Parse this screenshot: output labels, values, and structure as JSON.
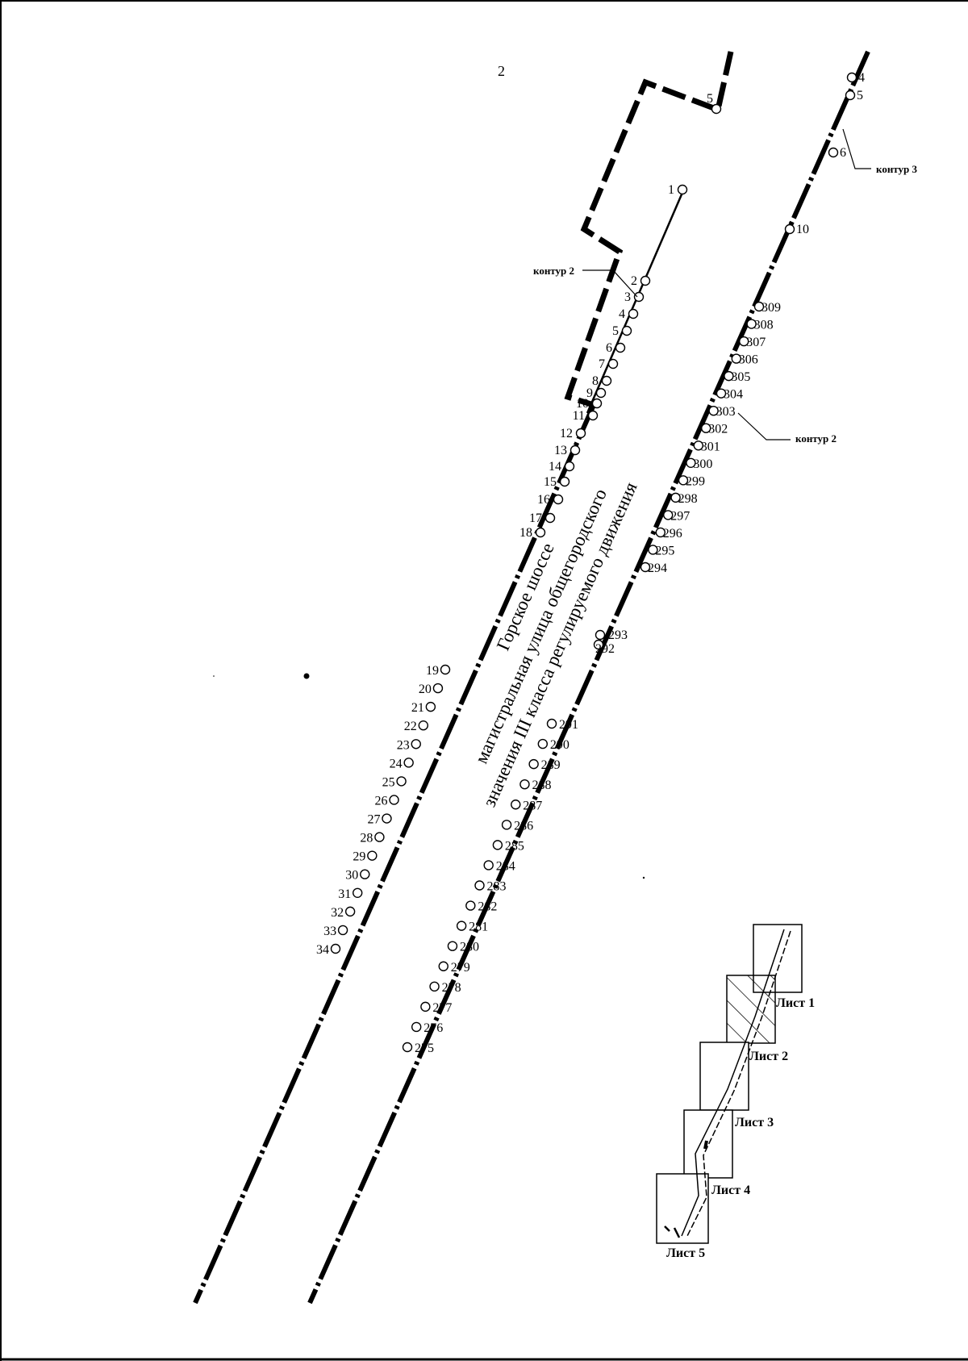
{
  "page_number": "2",
  "street_label": {
    "line1": "Горское шоссе",
    "line2": "магистральная улица общегородского",
    "line3": "значения III класса регулируемого движения"
  },
  "callouts": [
    {
      "id": "kontur2-left",
      "text": "контур 2"
    },
    {
      "id": "kontur2-right",
      "text": "контур 2"
    },
    {
      "id": "kontur3",
      "text": "контур 3"
    }
  ],
  "points": {
    "top_inner": [
      "1",
      "2",
      "3",
      "4",
      "5",
      "6",
      "7",
      "8",
      "9",
      "10",
      "11",
      "12",
      "13",
      "14",
      "15",
      "16",
      "17",
      "18"
    ],
    "top_right": [
      "4",
      "5",
      "6",
      "10"
    ],
    "top_outer": [
      "5"
    ],
    "left_lower": [
      "19",
      "20",
      "21",
      "22",
      "23",
      "24",
      "25",
      "26",
      "27",
      "28",
      "29",
      "30",
      "31",
      "32",
      "33",
      "34"
    ],
    "right_upper": [
      "309",
      "308",
      "307",
      "306",
      "305",
      "304",
      "303",
      "302",
      "301",
      "300",
      "299",
      "298",
      "297",
      "296",
      "295",
      "294"
    ],
    "right_middle": [
      "293",
      "292"
    ],
    "right_lower": [
      "291",
      "290",
      "289",
      "288",
      "287",
      "286",
      "285",
      "284",
      "283",
      "282",
      "281",
      "280",
      "279",
      "278",
      "277",
      "276",
      "275"
    ]
  },
  "index_map": {
    "sheets": [
      "Лист 1",
      "Лист 2",
      "Лист 3",
      "Лист 4",
      "Лист 5"
    ],
    "highlighted_sheet": "Лист 2"
  }
}
